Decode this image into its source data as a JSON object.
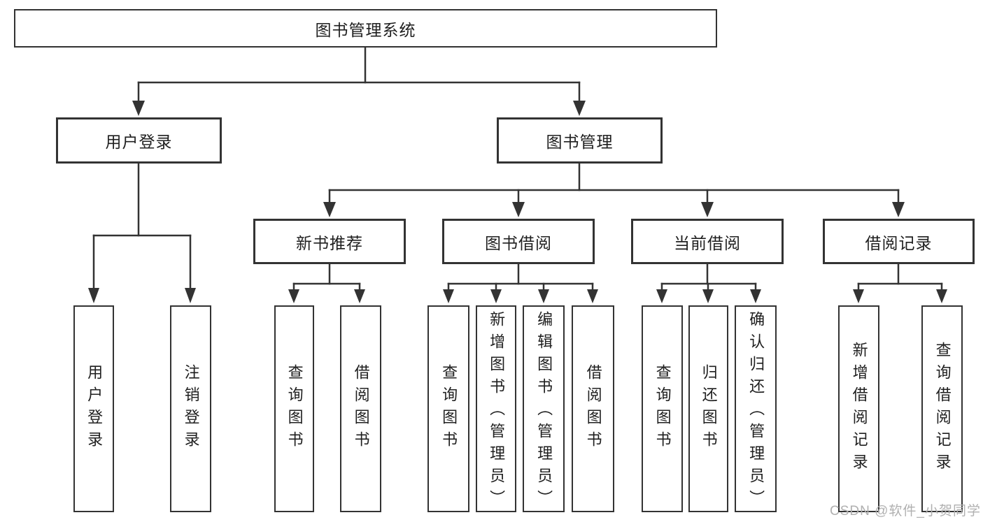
{
  "nodes": {
    "root": "图书管理系统",
    "user_login": "用户登录",
    "book_mgmt": "图书管理",
    "new_book_rec": "新书推荐",
    "book_borrow": "图书借阅",
    "current_borrow": "当前借阅",
    "borrow_records": "借阅记录",
    "leaf_user_login": "用户登录",
    "leaf_logout": "注销登录",
    "leaf_query_book_rec": "查询图书",
    "leaf_borrow_book_rec": "借阅图书",
    "leaf_query_book_borrow": "查询图书",
    "leaf_add_book_admin": "新增图书（管理员）",
    "leaf_edit_book_admin": "编辑图书（管理员）",
    "leaf_borrow_book": "借阅图书",
    "leaf_query_book_current": "查询图书",
    "leaf_return_book": "归还图书",
    "leaf_confirm_return_admin": "确认归还（管理员）",
    "leaf_add_borrow_record": "新增借阅记录",
    "leaf_query_borrow_record": "查询借阅记录"
  },
  "watermark": "CSDN @软件_小贺同学"
}
